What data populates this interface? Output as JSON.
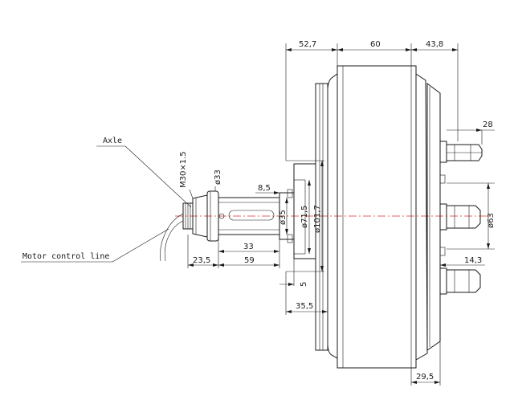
{
  "labels": {
    "axle": "Axle",
    "motor_control_line": "Motor control line"
  },
  "dimensions": {
    "d_52_7": "52,7",
    "d_60": "60",
    "d_43_8": "43,8",
    "d_28": "28",
    "d_m30": "M30×1.5",
    "d_phi33": "ø33",
    "d_8_5": "8,5",
    "d_phi35": "ø35",
    "d_phi71_5": "ø71,5",
    "d_phi101_7": "ø101,7",
    "d_phi63": "ø63",
    "d_33": "33",
    "d_23_5": "23,5",
    "d_59": "59",
    "d_14_3": "14,3",
    "d_5": "5",
    "d_35_5": "35,5",
    "d_29_5": "29,5"
  },
  "colors": {
    "line": "#1a1a1a",
    "centerline": "#e0302b",
    "background": "#ffffff"
  }
}
